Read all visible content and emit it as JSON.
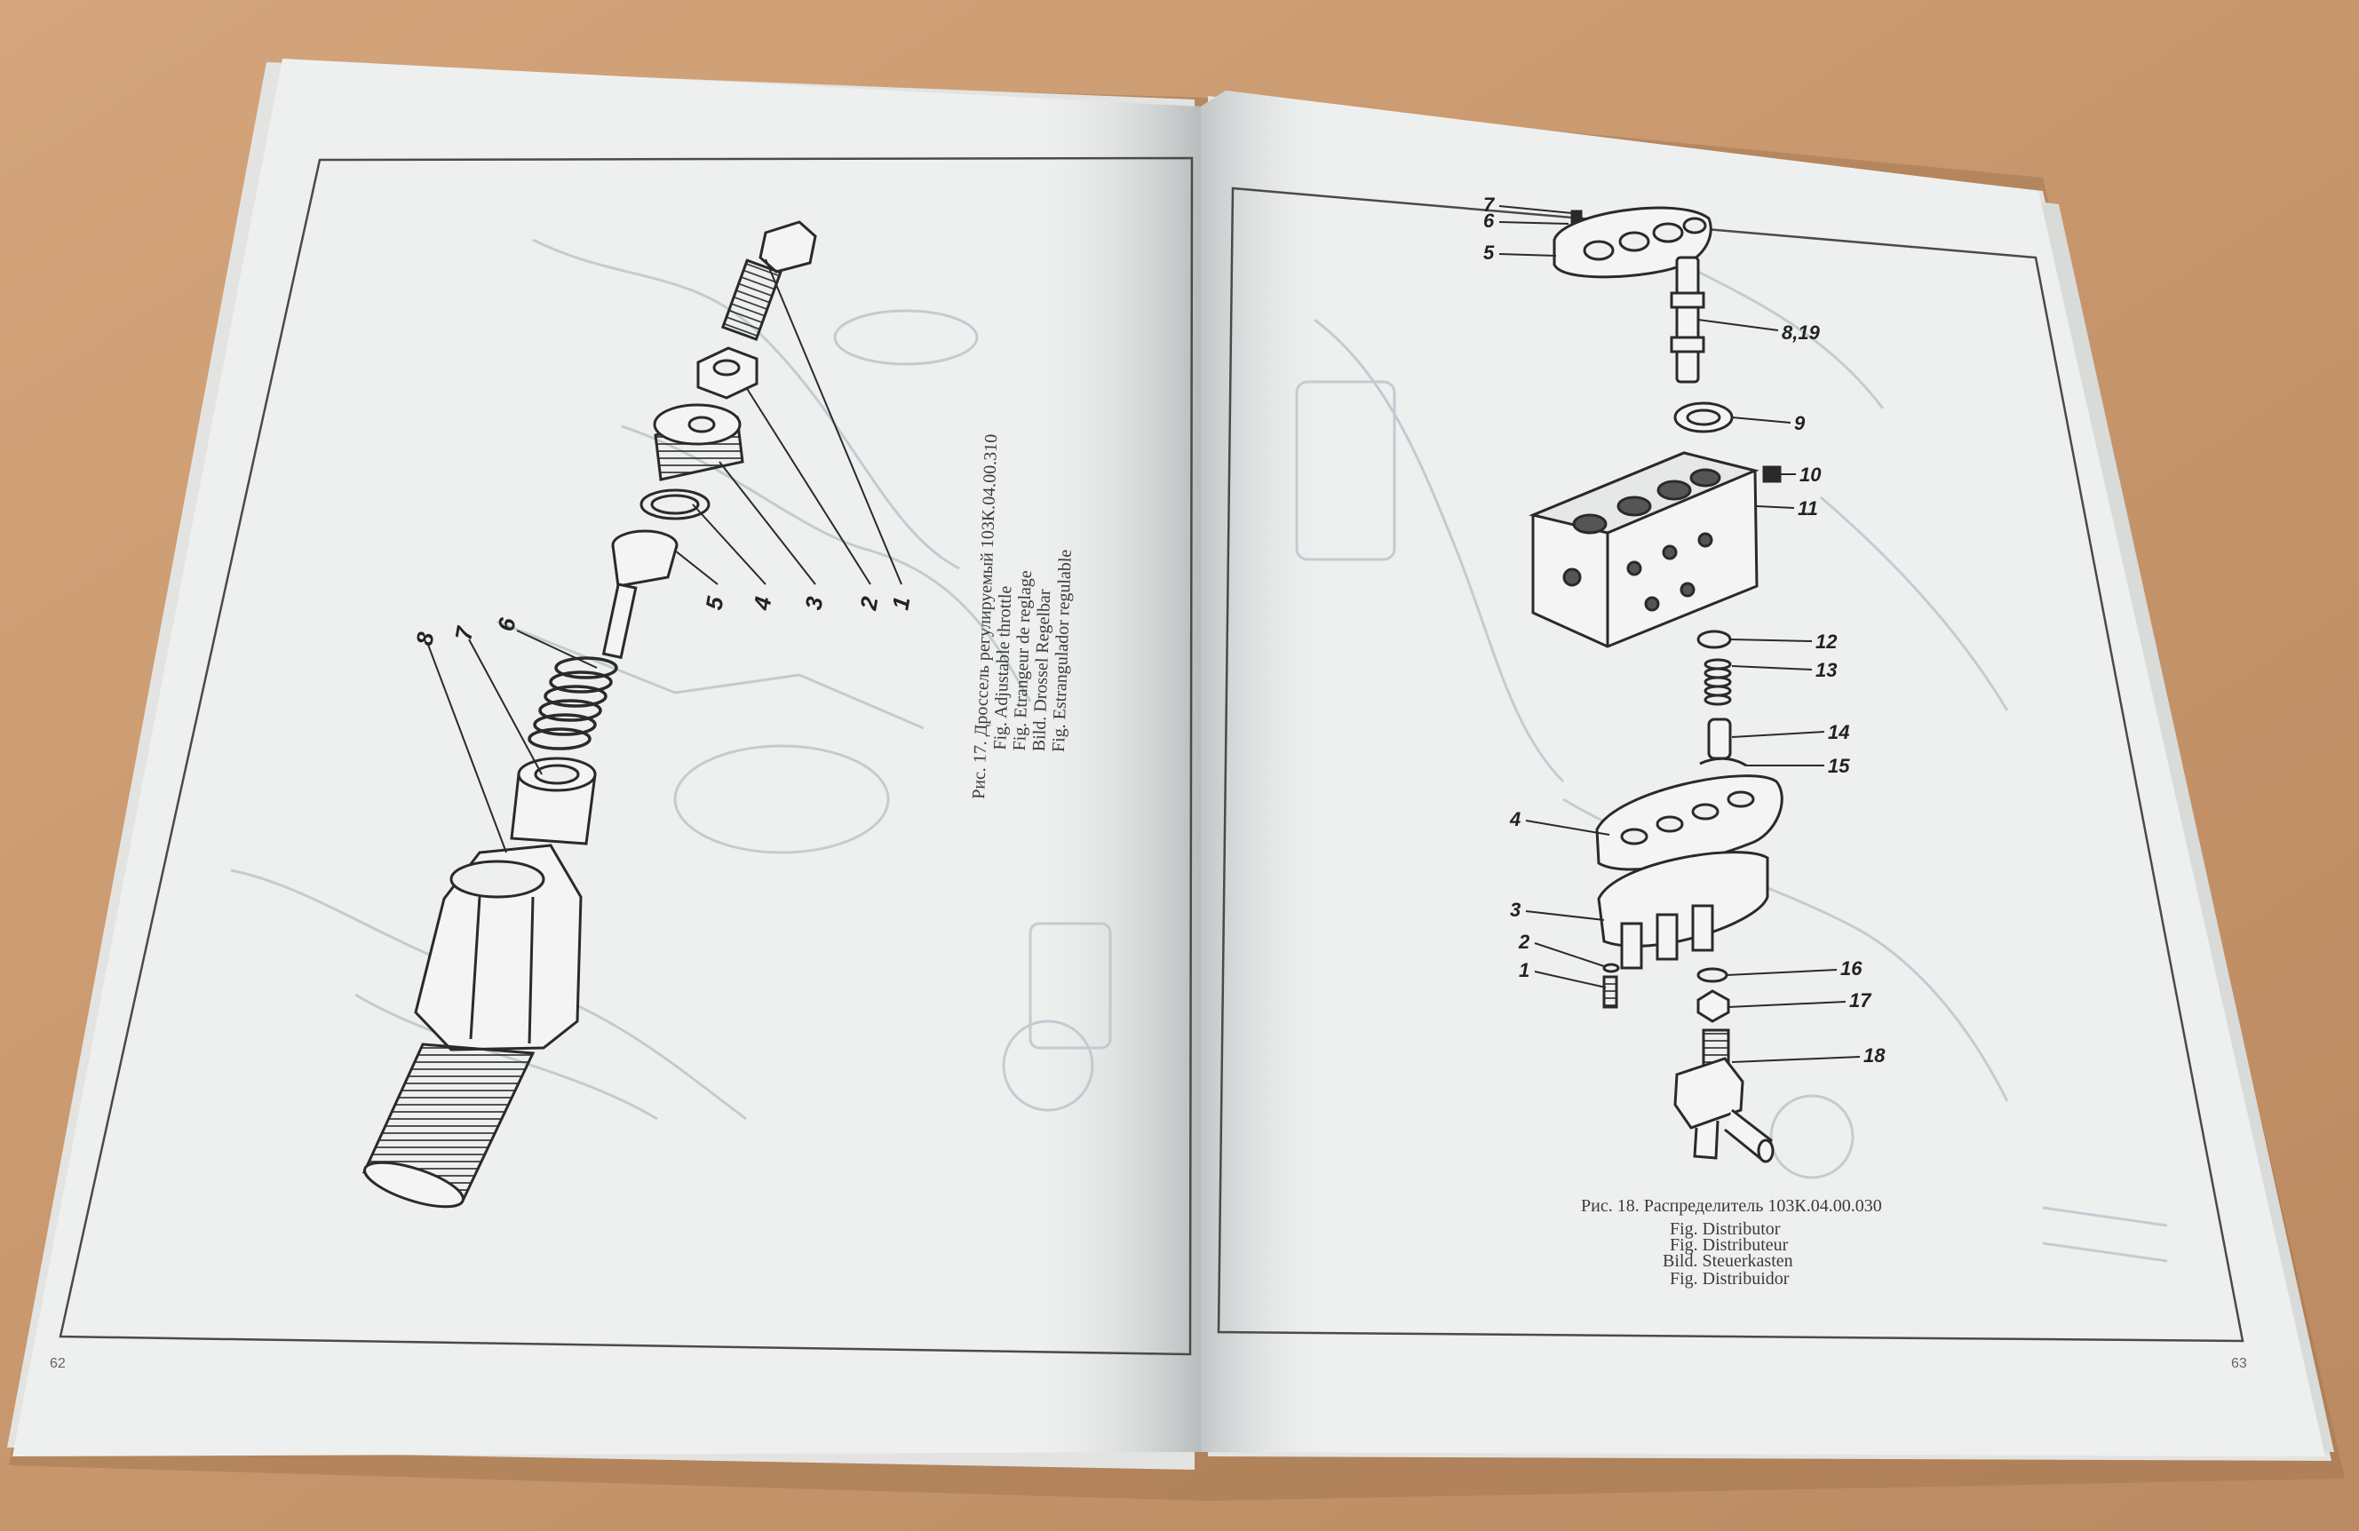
{
  "left_page": {
    "caption": {
      "title": "Рис. 17. Дроссель регулируемый 103К.04.00.310",
      "lines": [
        "Fig.   Adjustable throttle",
        "Fig.   Etrangeur de reglage",
        "Bild.  Drossel Regelbar",
        "Fig.   Estrangulador regulable"
      ]
    },
    "callouts": [
      "1",
      "2",
      "3",
      "4",
      "5",
      "6",
      "7",
      "8"
    ],
    "page_number": "62"
  },
  "right_page": {
    "caption": {
      "title": "Рис. 18. Распределитель 103К.04.00.030",
      "lines": [
        "Fig.   Distributor",
        "Fig.   Distributeur",
        "Bild.  Steuerkasten",
        "Fig.   Distribuidor"
      ]
    },
    "callouts": [
      "7",
      "6",
      "5",
      "8,19",
      "9",
      "10",
      "11",
      "12",
      "13",
      "14",
      "15",
      "4",
      "3",
      "2",
      "1",
      "16",
      "17",
      "18"
    ],
    "page_number": "63"
  },
  "colors": {
    "table": "#c99a72",
    "paper": "#eef0ef",
    "ink": "#2a2a2a",
    "show_through": "#b9c3cc"
  }
}
